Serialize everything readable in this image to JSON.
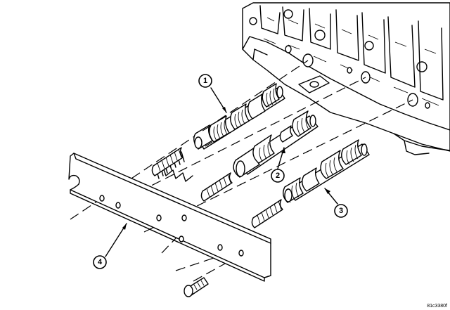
{
  "callouts": [
    {
      "label": "1"
    },
    {
      "label": "2"
    },
    {
      "label": "3"
    },
    {
      "label": "4"
    }
  ],
  "reference_code": "81c3380f"
}
